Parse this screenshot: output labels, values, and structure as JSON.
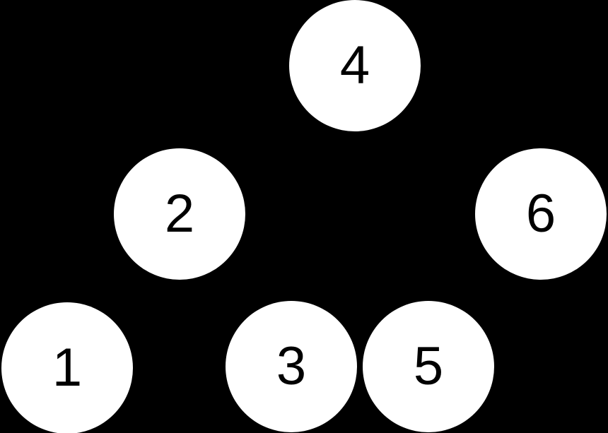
{
  "diagram": {
    "type": "tree",
    "colors": {
      "background": "#000000",
      "node_fill": "#ffffff",
      "node_text": "#000000"
    },
    "nodes": [
      {
        "label": "4",
        "row": "top"
      },
      {
        "label": "2",
        "row": "middle"
      },
      {
        "label": "6",
        "row": "middle"
      },
      {
        "label": "1",
        "row": "bottom"
      },
      {
        "label": "3",
        "row": "bottom"
      },
      {
        "label": "5",
        "row": "bottom"
      }
    ]
  }
}
